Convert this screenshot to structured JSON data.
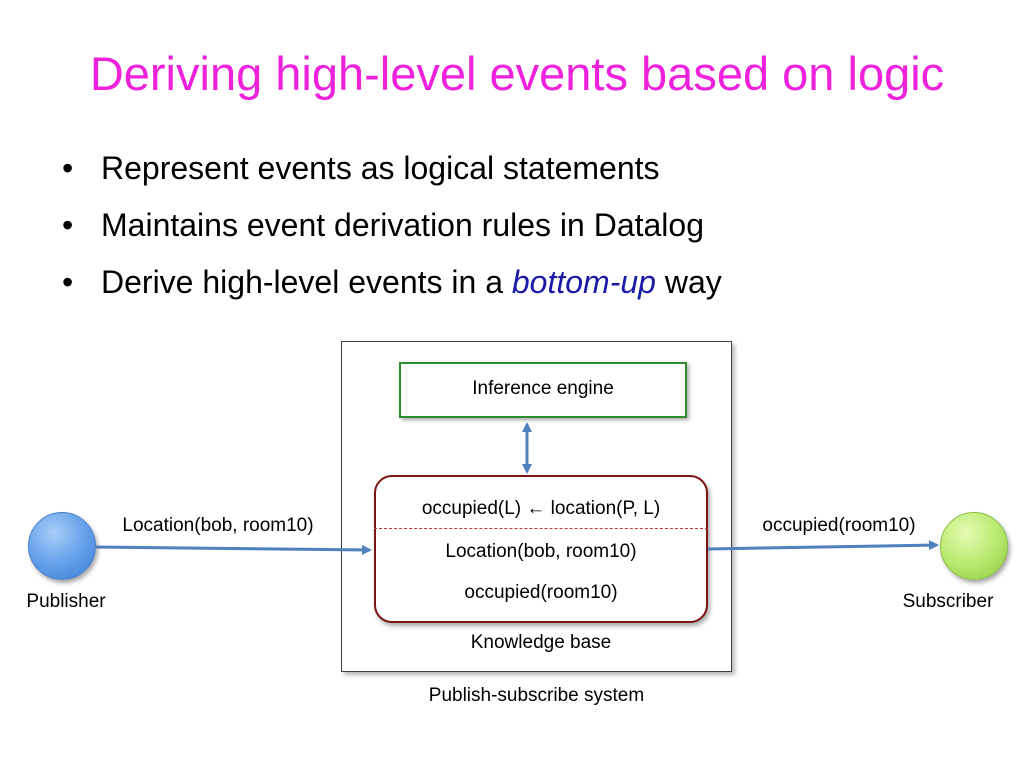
{
  "title": "Deriving high-level events based on logic",
  "bullets": [
    {
      "text": "Represent events as logical statements"
    },
    {
      "text": "Maintains event derivation rules in Datalog"
    },
    {
      "text_before": "Derive high-level events in a ",
      "emphasis": "bottom-up",
      "text_after": " way"
    }
  ],
  "bullet_glyph": "•",
  "diagram": {
    "publisher_label": "Publisher",
    "subscriber_label": "Subscriber",
    "input_event_label": "Location(bob, room10)",
    "output_event_label": "occupied(room10)",
    "inference_engine_label": "Inference engine",
    "knowledge_base": {
      "rule": "occupied(L) ← location(P, L)",
      "fact_1": "Location(bob, room10)",
      "fact_2": "occupied(room10)",
      "caption": "Knowledge base"
    },
    "system_caption": "Publish-subscribe system"
  },
  "colors": {
    "title": "#ee22dd",
    "emphasis": "#1a1aa6",
    "arrow": "#4f81bd",
    "engine_border": "#2e8b2e",
    "kb_border": "#7b1414",
    "publisher_node": "#4a8fe0",
    "subscriber_node": "#a6de5a"
  }
}
